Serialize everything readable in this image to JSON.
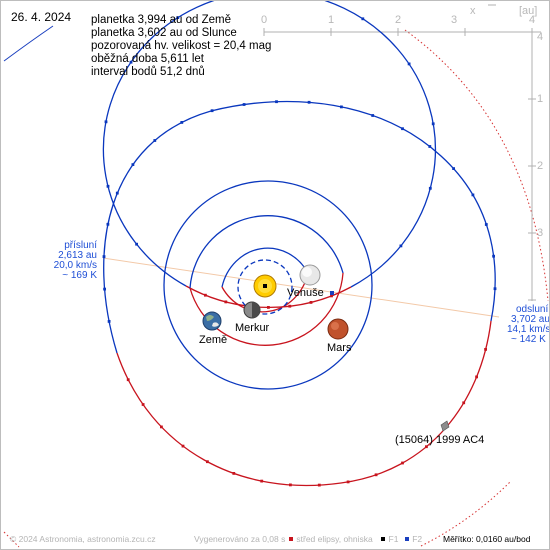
{
  "header": {
    "date": "26. 4. 2024"
  },
  "info": {
    "earth_distance": "planetka 3,994 au od Země",
    "sun_distance": "planetka 3,602 au od Slunce",
    "magnitude": "pozorovaná hv. velikost = 20,4 mag",
    "period": "oběžná doba 5,611 let",
    "interval": "interval bodů 51,2 dnů"
  },
  "ruler": {
    "ticks_top": [
      "0",
      "1",
      "2",
      "3",
      "4"
    ],
    "x_label": "x",
    "unit": "[au]",
    "ticks_right": [
      "1",
      "2",
      "3",
      "4"
    ]
  },
  "perihelion": {
    "title": "přísluní",
    "distance": "2,613 au",
    "speed": "20,0 km/s",
    "temperature": "~ 169 K"
  },
  "aphelion": {
    "title": "odsluní",
    "distance": "3,702 au",
    "speed": "14,1 km/s",
    "temperature": "~ 142 K"
  },
  "bodies": {
    "venus": "Venuše",
    "mercury": "Merkur",
    "earth": "Země",
    "mars": "Mars",
    "asteroid": "(15064) 1999 AC4"
  },
  "footer": {
    "copyright": "© 2024 Astronomia, astronomia.zcu.cz",
    "generated": "Vygenerováno za 0,08 s",
    "legend_center": "střed elipsy, ohniska",
    "legend_f1": "F1",
    "legend_f2": "F2",
    "scale": "Měřítko: 0,0160 au/bod"
  },
  "colors": {
    "orbit_below": "#c8141e",
    "orbit_above": "#0a37be",
    "apsis_line": "#f3c9a8",
    "ruler": "#b0b0b0",
    "sun": "#ffcc00",
    "mars": "#c0522c",
    "venus": "#dcdcdc",
    "mercury": "#8a8a8a",
    "earth": "#3b6ea5"
  },
  "icons": [
    "sun-icon",
    "mercury-icon",
    "venus-icon",
    "earth-icon",
    "mars-icon",
    "asteroid-icon"
  ]
}
